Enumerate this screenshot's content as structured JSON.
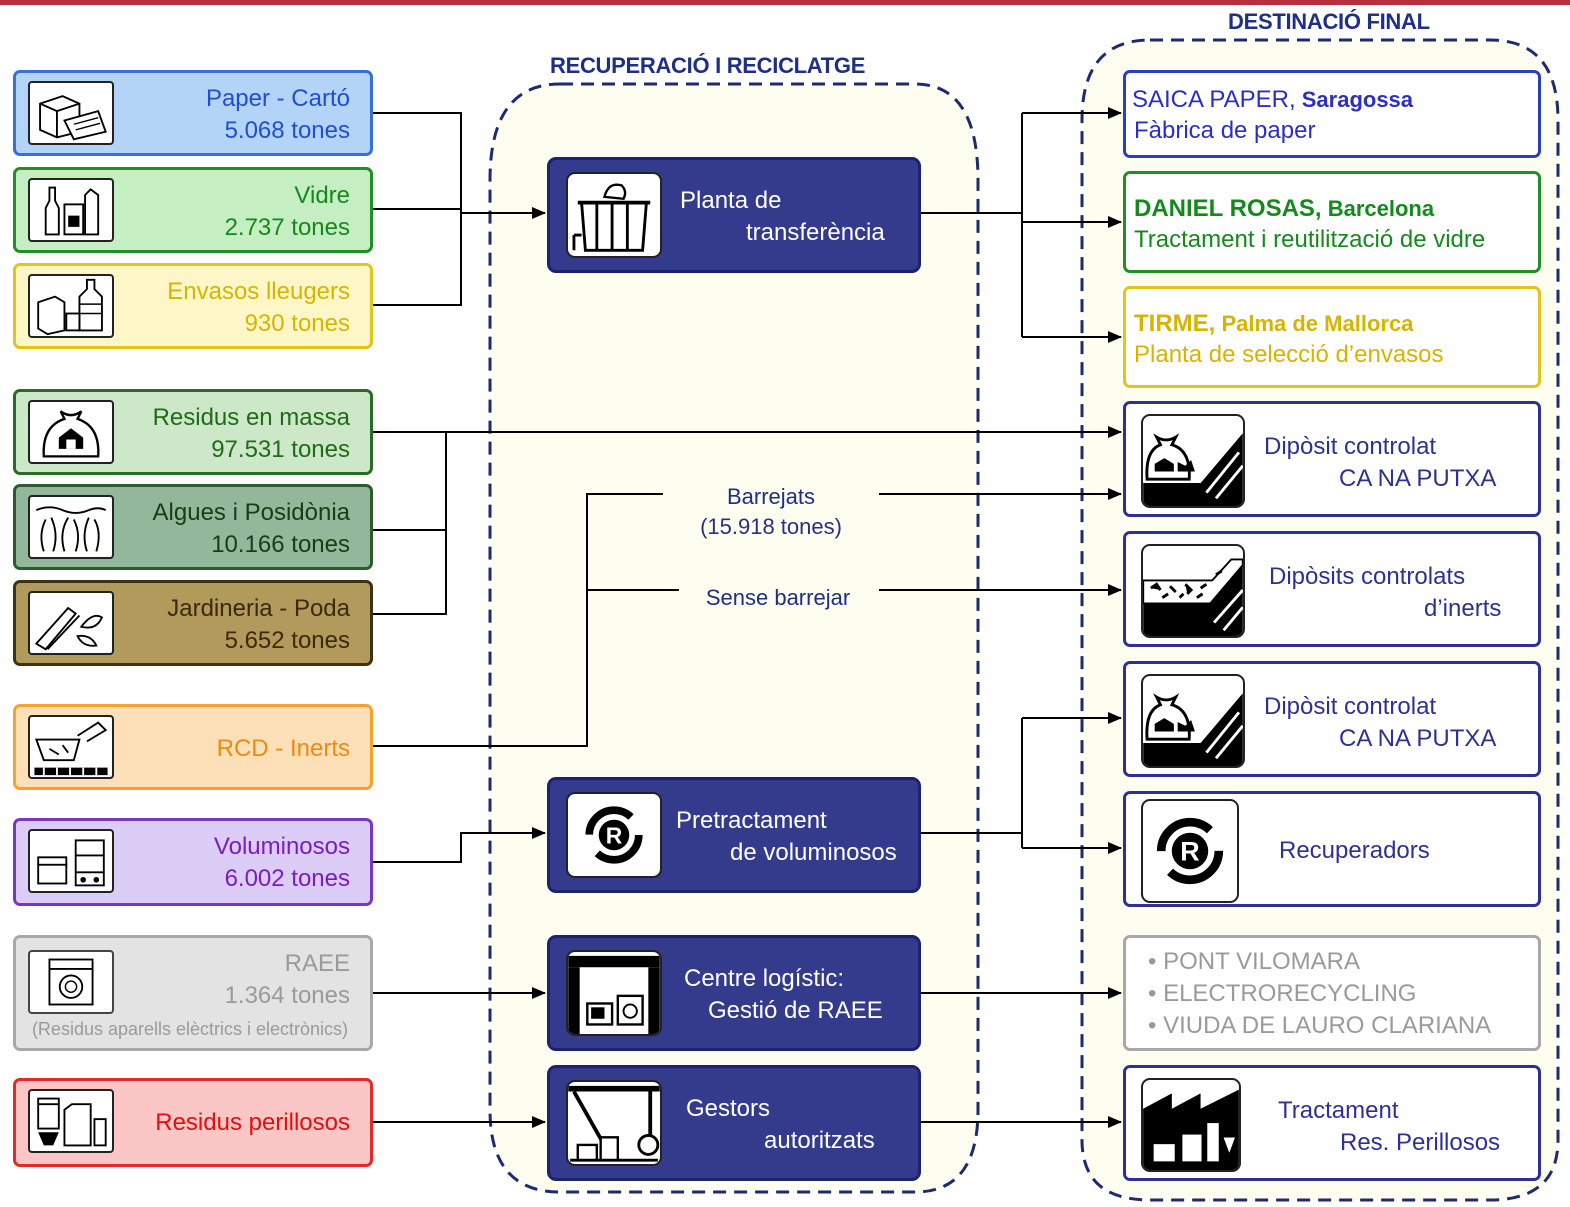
{
  "sections": {
    "recovery_title": "RECUPERACIÓ I RECICLATGE",
    "final_title": "DESTINACIÓ FINAL"
  },
  "sources": {
    "paper": {
      "name": "Paper - Cartó",
      "tons": "5.068 tones",
      "color": "#1f4fd1",
      "bg": "#b3d4f7",
      "border": "#3a6fd8"
    },
    "glass": {
      "name": "Vidre",
      "tons": "2.737 tones",
      "color": "#148a1c",
      "bg": "#c5eec3",
      "border": "#1f8f27"
    },
    "packaging": {
      "name": "Envasos lleugers",
      "tons": "930 tones",
      "color": "#d8b400",
      "bg": "#fdf7c8",
      "border": "#e3c41c"
    },
    "mass": {
      "name": "Residus en massa",
      "tons": "97.531 tones",
      "color": "#1f6b18",
      "bg": "#cde8c9",
      "border": "#2a6b25"
    },
    "algae": {
      "name": "Algues i Posidònia",
      "tons": "10.166 tones",
      "color": "#173d14",
      "bg": "#93b79a",
      "border": "#2f5a30"
    },
    "garden": {
      "name": "Jardineria - Poda",
      "tons": "5.652 tones",
      "color": "#3a2a05",
      "bg": "#b29a5c",
      "border": "#6b5a27"
    },
    "rcd": {
      "name": "RCD - Inerts",
      "color": "#ef8a0c",
      "bg": "#fde0b8",
      "border": "#f4a32f"
    },
    "bulky": {
      "name": "Voluminosos",
      "tons": "6.002 tones",
      "color": "#7a1cc2",
      "bg": "#dccdf6",
      "border": "#7a36c4"
    },
    "raee": {
      "name": "RAEE",
      "tons": "1.364 tones",
      "note": "(Residus aparells  elèctrics i electrònics)",
      "color": "#9a9a9a",
      "bg": "#e3e3e3",
      "border": "#a8a8a8"
    },
    "hazardous": {
      "name": "Residus perillosos",
      "color": "#e10f0f",
      "bg": "#fbc6c6",
      "border": "#e22a2a"
    }
  },
  "processes": {
    "transfer": {
      "line1": "Planta de",
      "line2": "transferència",
      "icon": "container-icon"
    },
    "bulky": {
      "line1": "Pretractament",
      "line2": "de voluminosos",
      "icon": "recycle-r-icon"
    },
    "raee": {
      "line1": "Centre logístic:",
      "line2": "Gestió de RAEE",
      "icon": "warehouse-icon"
    },
    "managers": {
      "line1": "Gestors",
      "line2": "autoritzats",
      "icon": "industrial-icon"
    }
  },
  "flow_labels": {
    "mixed": "Barrejats",
    "mixed_tons": "(15.918 tones)",
    "unmixed": "Sense  barrejar"
  },
  "destinations": {
    "saica": {
      "name": "SAICA PAPER,",
      "city": " Saragossa",
      "desc": "Fàbrica de paper",
      "color": "#2b2fc4",
      "border": "#2a3fc0"
    },
    "rosas": {
      "name": "DANIEL ROSAS,",
      "city": " Barcelona",
      "desc": "Tractament i reutilització de vidre",
      "color": "#148a1c",
      "border": "#1f8f27"
    },
    "tirme": {
      "name": "TIRME,",
      "city": " Palma de Mallorca",
      "desc": "Planta de selecció d’envasos",
      "color": "#d8b400",
      "border": "#e3c41c"
    },
    "landfill1": {
      "line1": "Dipòsit controlat",
      "line2": "CA NA PUTXA",
      "icon": "landfill-icon"
    },
    "inerts": {
      "line1": "Dipòsits controlats",
      "line2": "d’inerts",
      "icon": "inert-landfill-icon"
    },
    "landfill2": {
      "line1": "Dipòsit controlat",
      "line2": "CA NA PUTXA",
      "icon": "landfill-icon"
    },
    "recoverers": {
      "line1": "Recuperadors",
      "icon": "recycle-r-icon"
    },
    "raee_dest": {
      "items": [
        "• PONT VILOMARA",
        "• ELECTRORECYCLING",
        "• VIUDA DE LAURO CLARIANA"
      ]
    },
    "hazardous_dest": {
      "line1": "Tractament",
      "line2": "Res. Perillosos",
      "icon": "factory-icon"
    }
  },
  "colors": {
    "navy": "#343a8c",
    "dest_border": "#2d3196",
    "zone_fill": "#fdfdf0",
    "dash": "#1d2a73"
  }
}
